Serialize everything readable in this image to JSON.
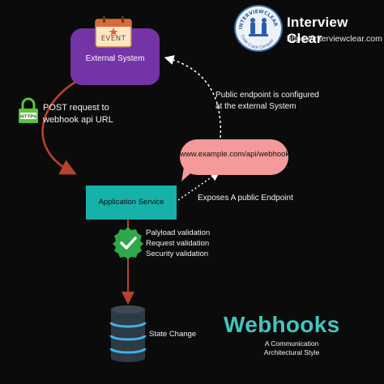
{
  "brand": {
    "name": "Interview Clear",
    "url": "https://interviewclear.com",
    "badge_top_text": "INTERVIEWCLEAR",
    "badge_bottom_text": "Code Crack Conquer"
  },
  "external_system": {
    "label": "External System",
    "event_label": "EVENT"
  },
  "post_request": {
    "line1": "POST request to",
    "line2": "webhook api URL",
    "lock_label": "HTTPS"
  },
  "public_endpoint": {
    "line1": "Public endpoint is configured",
    "line2": "at the external System"
  },
  "webhook_url": "www.example.com/api/webhooks",
  "exposes_text": "Exposes A public Endpoint",
  "application_service": {
    "label": "Application Service"
  },
  "validations": [
    "Palyload validation",
    "Request validation",
    "Security validation"
  ],
  "state_change": "State Change",
  "title": {
    "main": "Webhooks",
    "subtitle_line1": "A Communication",
    "subtitle_line2": "Architectural Style"
  },
  "colors": {
    "background": "#0b0b0b",
    "external_system": "#7433a6",
    "application_service": "#16b2aa",
    "bubble": "#f49a9a",
    "title": "#45c3bd",
    "check_badge": "#2ea84a",
    "arrow": "#b8432c",
    "lock": "#5cc43a"
  }
}
